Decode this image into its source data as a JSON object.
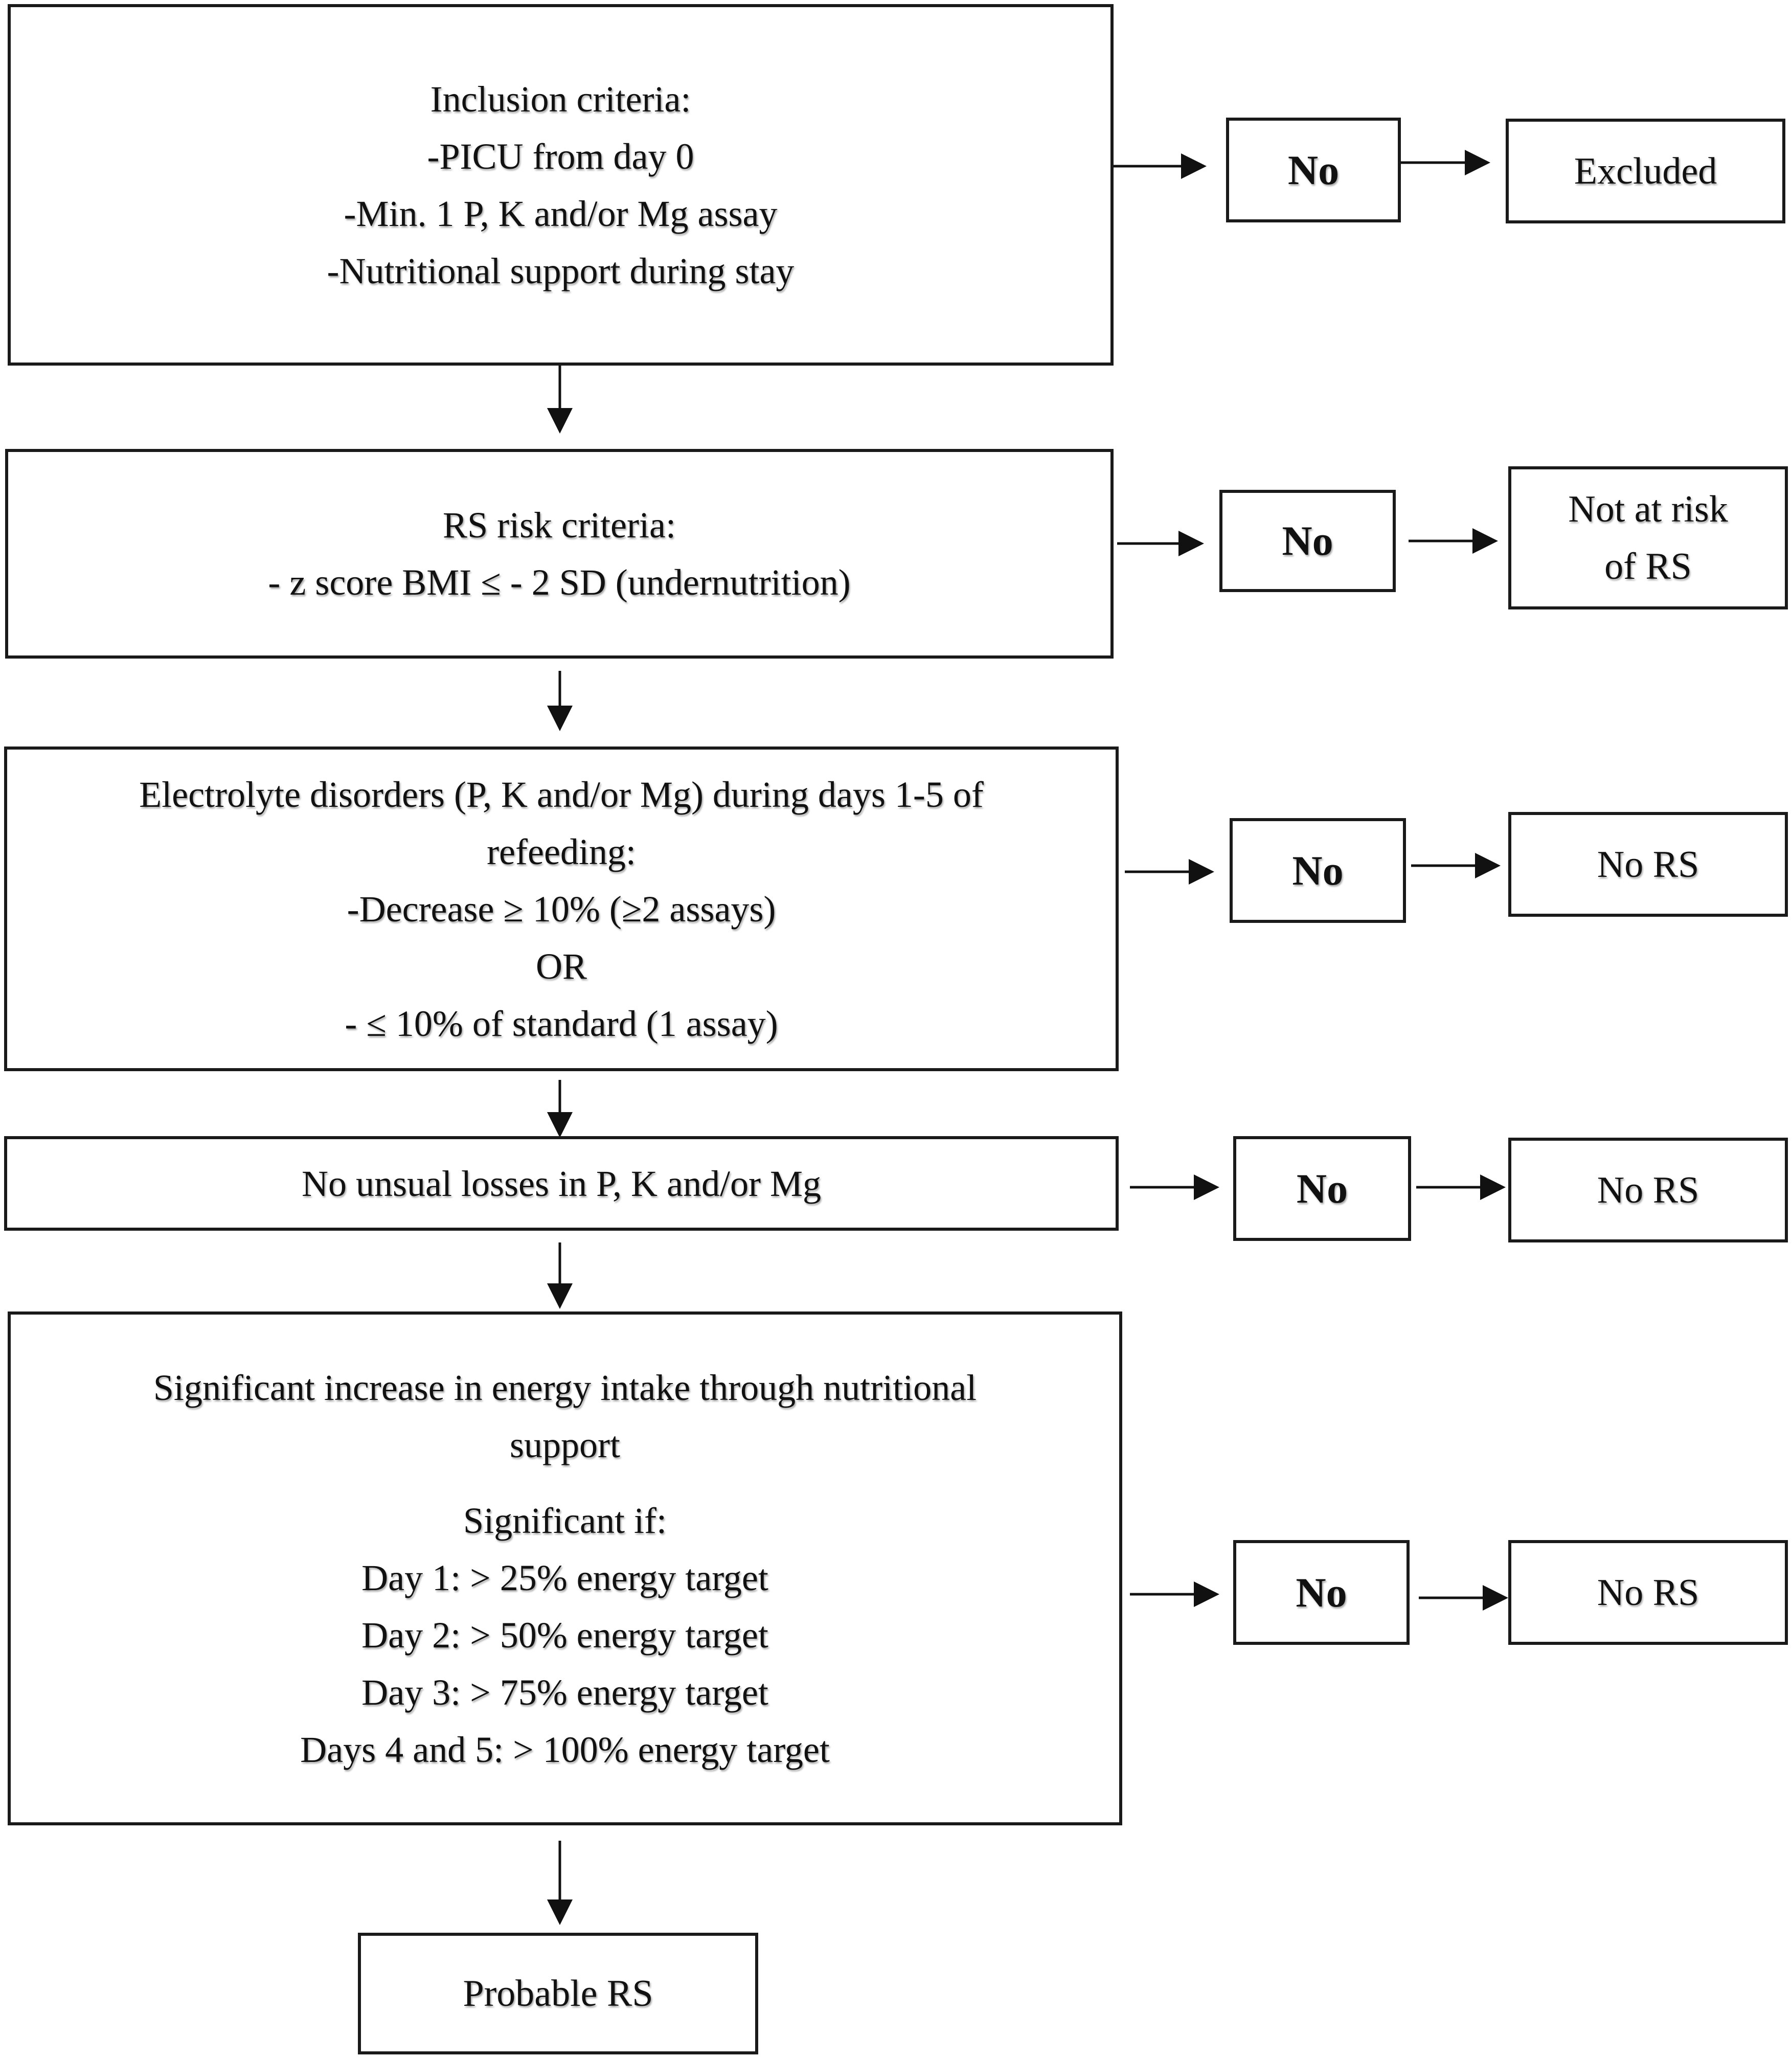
{
  "boxes": {
    "inclusion": {
      "title": "Inclusion criteria:",
      "lines": [
        "-PICU from day 0",
        "-Min. 1 P, K and/or Mg assay",
        "-Nutritional support during stay"
      ]
    },
    "risk": {
      "title": "RS risk criteria:",
      "lines": [
        "- z score BMI ≤ - 2 SD (undernutrition)"
      ]
    },
    "electrolyte": {
      "title": "Electrolyte disorders (P, K and/or Mg) during days 1-5 of",
      "title2": "refeeding:",
      "lines": [
        "-Decrease ≥ 10% (≥2 assays)",
        "OR",
        "- ≤ 10% of standard (1 assay)"
      ]
    },
    "losses": {
      "text": "No unsual losses in P, K and/or Mg"
    },
    "energy": {
      "title": "Significant increase in energy intake through nutritional",
      "title2": "support",
      "subtitle": "Significant if:",
      "lines": [
        "Day 1: > 25% energy target",
        "Day 2: > 50% energy target",
        "Day 3: > 75% energy target",
        "Days 4 and 5: > 100% energy target"
      ]
    },
    "final": {
      "text": "Probable RS"
    }
  },
  "branches": {
    "no_label": "No",
    "excluded": "Excluded",
    "not_at_risk_line1": "Not at risk",
    "not_at_risk_line2": "of RS",
    "no_rs": "No RS"
  }
}
